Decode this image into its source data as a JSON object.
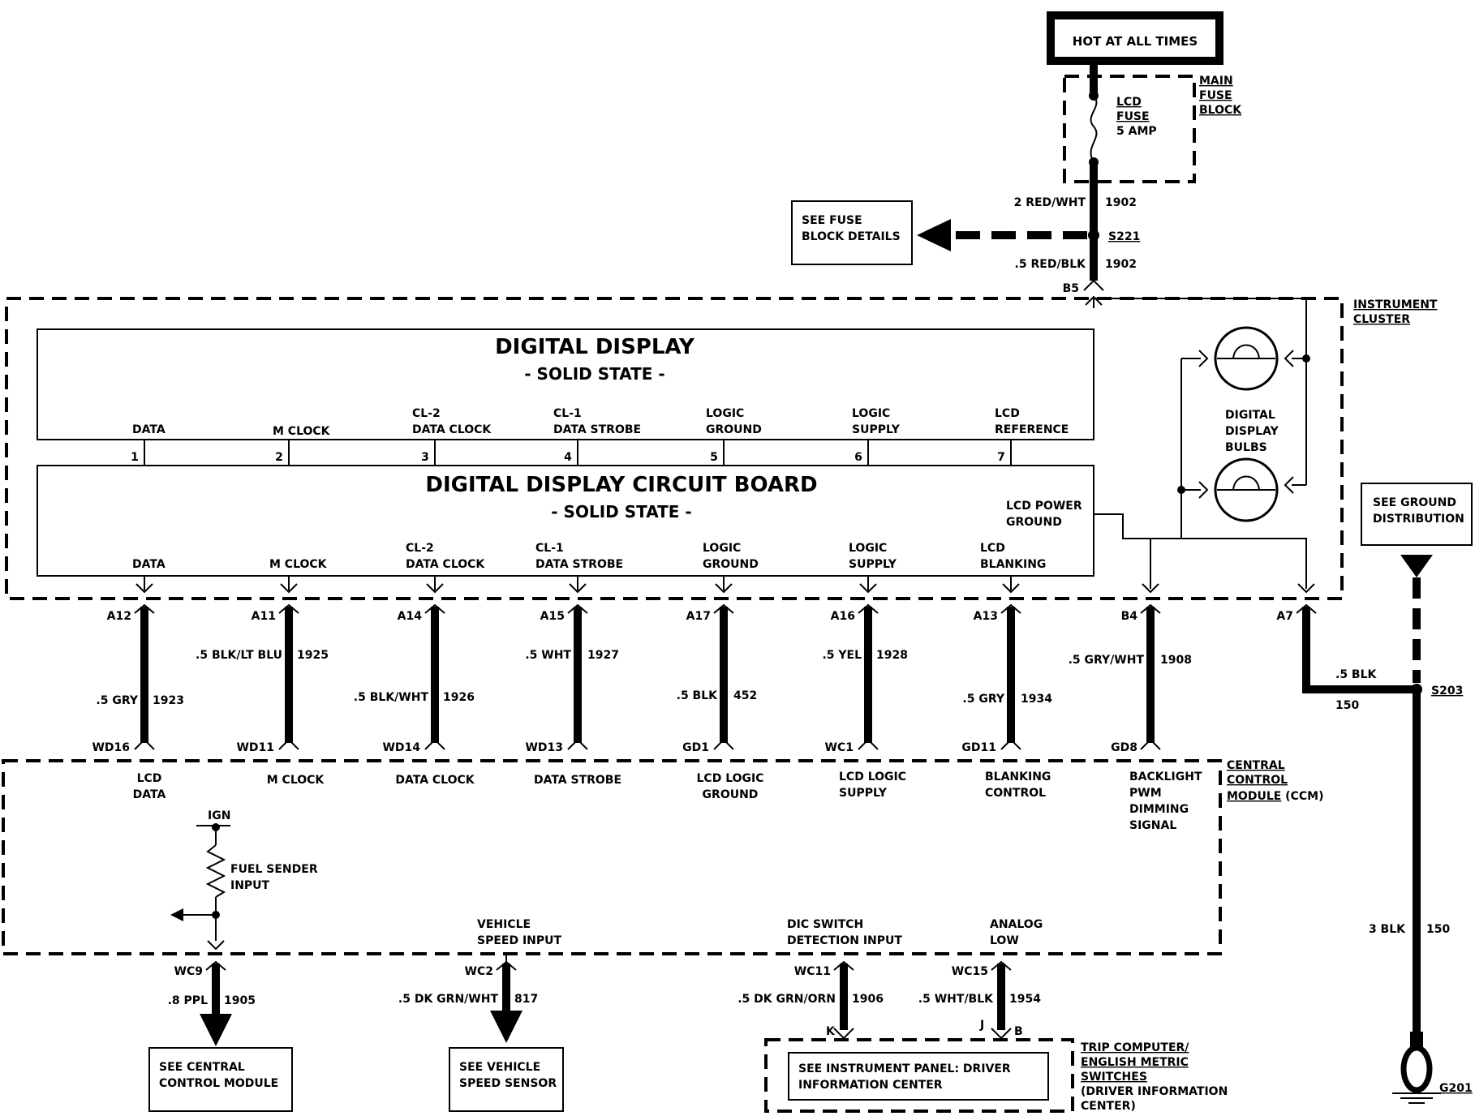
{
  "hot_at_all_times": "HOT AT ALL TIMES",
  "fuse": {
    "line1": "LCD",
    "line2": "FUSE",
    "line3": "5 AMP"
  },
  "main_fuse_block": {
    "line1": "MAIN",
    "line2": "FUSE",
    "line3": "BLOCK"
  },
  "top_wire_upper": {
    "gauge": "2 RED/WHT",
    "circuit": "1902"
  },
  "splice_s221": "S221",
  "top_wire_lower": {
    "gauge": ".5 RED/BLK",
    "circuit": "1902"
  },
  "pin_b5": "B5",
  "see_fuse_block": {
    "line1": "SEE FUSE",
    "line2": "BLOCK DETAILS"
  },
  "instrument_cluster": {
    "line1": "INSTRUMENT",
    "line2": "CLUSTER"
  },
  "digital_display": {
    "title": "DIGITAL DISPLAY",
    "subtitle": "- SOLID STATE -",
    "labels": [
      {
        "l1": "",
        "l2": "DATA"
      },
      {
        "l1": "",
        "l2": "M CLOCK"
      },
      {
        "l1": "CL-2",
        "l2": "DATA CLOCK"
      },
      {
        "l1": "CL-1",
        "l2": "DATA STROBE"
      },
      {
        "l1": "LOGIC",
        "l2": "GROUND"
      },
      {
        "l1": "LOGIC",
        "l2": "SUPPLY"
      },
      {
        "l1": "LCD",
        "l2": "REFERENCE"
      }
    ]
  },
  "pin_numbers": [
    "1",
    "2",
    "3",
    "4",
    "5",
    "6",
    "7"
  ],
  "circuit_board": {
    "title": "DIGITAL DISPLAY CIRCUIT BOARD",
    "subtitle": "- SOLID STATE -",
    "lcd_power_ground": {
      "l1": "LCD POWER",
      "l2": "GROUND"
    },
    "labels": [
      {
        "l1": "",
        "l2": "DATA"
      },
      {
        "l1": "",
        "l2": "M CLOCK"
      },
      {
        "l1": "CL-2",
        "l2": "DATA CLOCK"
      },
      {
        "l1": "CL-1",
        "l2": "DATA STROBE"
      },
      {
        "l1": "LOGIC",
        "l2": "GROUND"
      },
      {
        "l1": "LOGIC",
        "l2": "SUPPLY"
      },
      {
        "l1": "LCD",
        "l2": "BLANKING"
      }
    ]
  },
  "bulbs": {
    "l1": "DIGITAL",
    "l2": "DISPLAY",
    "l3": "BULBS"
  },
  "see_ground_distribution": {
    "l1": "SEE GROUND",
    "l2": "DISTRIBUTION"
  },
  "wires": [
    {
      "top_pin": "A12",
      "gauge": ".5 GRY",
      "circuit": "1923",
      "bottom_pin": "WD16",
      "ccm1": "LCD",
      "ccm2": "DATA"
    },
    {
      "top_pin": "A11",
      "gauge": ".5 BLK/LT BLU",
      "circuit": "1925",
      "bottom_pin": "WD11",
      "ccm1": "M CLOCK",
      "ccm2": ""
    },
    {
      "top_pin": "A14",
      "gauge": ".5 BLK/WHT",
      "circuit": "1926",
      "bottom_pin": "WD14",
      "ccm1": "DATA CLOCK",
      "ccm2": ""
    },
    {
      "top_pin": "A15",
      "gauge": ".5 WHT",
      "circuit": "1927",
      "bottom_pin": "WD13",
      "ccm1": "DATA STROBE",
      "ccm2": ""
    },
    {
      "top_pin": "A17",
      "gauge": ".5 BLK",
      "circuit": "452",
      "bottom_pin": "GD1",
      "ccm1": "LCD LOGIC",
      "ccm2": "GROUND"
    },
    {
      "top_pin": "A16",
      "gauge": ".5 YEL",
      "circuit": "1928",
      "bottom_pin": "WC1",
      "ccm1": "LCD LOGIC",
      "ccm2": "SUPPLY"
    },
    {
      "top_pin": "A13",
      "gauge": ".5 GRY",
      "circuit": "1934",
      "bottom_pin": "GD11",
      "ccm1": "BLANKING",
      "ccm2": "CONTROL"
    },
    {
      "top_pin": "B4",
      "gauge": ".5 GRY/WHT",
      "circuit": "1908",
      "bottom_pin": "GD8",
      "ccm1": "BACKLIGHT",
      "ccm2": "PWM",
      "ccm3": "DIMMING",
      "ccm4": "SIGNAL"
    }
  ],
  "pin_a7": "A7",
  "ground_wire": {
    "gauge": ".5 BLK",
    "circuit": "150"
  },
  "splice_s203": "S203",
  "ground_main": {
    "gauge": "3 BLK",
    "circuit": "150"
  },
  "ground_g201": "G201",
  "ccm": {
    "l1": "CENTRAL",
    "l2": "CONTROL",
    "l3": "MODULE",
    "l3b": " (CCM)"
  },
  "ign": "IGN",
  "fuel_sender": {
    "l1": "FUEL SENDER",
    "l2": "INPUT"
  },
  "vehicle_speed_input": {
    "l1": "VEHICLE",
    "l2": "SPEED INPUT"
  },
  "dic_switch": {
    "l1": "DIC SWITCH",
    "l2": "DETECTION INPUT"
  },
  "analog_low": {
    "l1": "ANALOG",
    "l2": "LOW"
  },
  "bottom_wires": [
    {
      "pin": "WC9",
      "gauge": ".8 PPL",
      "circuit": "1905"
    },
    {
      "pin": "WC2",
      "gauge": ".5 DK GRN/WHT",
      "circuit": "817"
    },
    {
      "pin": "WC11",
      "gauge": ".5 DK GRN/ORN",
      "circuit": "1906",
      "end": "K"
    },
    {
      "pin": "WC15",
      "gauge": ".5 WHT/BLK",
      "circuit": "1954",
      "end": "B",
      "end_j": "J"
    }
  ],
  "see_ccm": {
    "l1": "SEE CENTRAL",
    "l2": "CONTROL MODULE"
  },
  "see_vss": {
    "l1": "SEE VEHICLE",
    "l2": "SPEED SENSOR"
  },
  "see_dic": {
    "l1": "SEE INSTRUMENT PANEL:  DRIVER",
    "l2": "INFORMATION CENTER"
  },
  "trip_computer": {
    "l1": "TRIP COMPUTER/",
    "l2": "ENGLISH METRIC",
    "l3": "SWITCHES",
    "l4": "(DRIVER INFORMATION",
    "l5": "CENTER)"
  }
}
